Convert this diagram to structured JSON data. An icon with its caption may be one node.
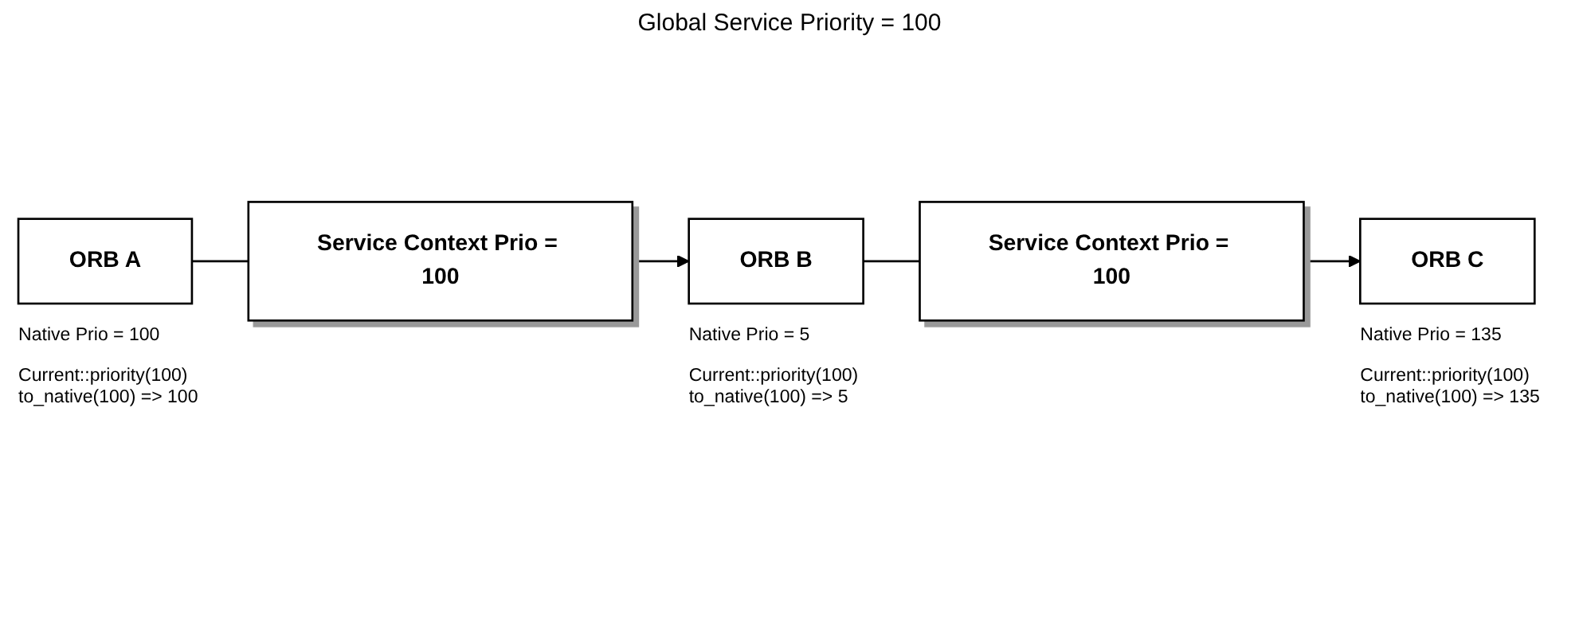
{
  "diagram": {
    "title": "Global Service Priority = 100",
    "nodes": [
      {
        "text": [
          "ORB A"
        ],
        "beside": [
          "Native Prio = 100",
          "Current::priority(100) to_native(100) => 100"
        ]
      },
      {
        "text": [
          "Service Context Prio = 100"
        ]
      },
      {
        "text": [
          "ORB B"
        ],
        "beside": [
          "Native Prio = 5",
          "Current::priority(100) to_native(100) => 5"
        ]
      },
      {
        "text": [
          "Service Context Prio = 100"
        ]
      },
      {
        "text": [
          "ORB C"
        ],
        "beside": [
          "Native Prio = 135",
          "Current::priority(100) to_native(100) => 135"
        ]
      }
    ],
    "edges": [
      {
        "from": 0,
        "to": 1,
        "arrow": "none"
      },
      {
        "from": 1,
        "to": 2,
        "arrow": "to"
      },
      {
        "from": 2,
        "to": 3,
        "arrow": "none"
      },
      {
        "from": 3,
        "to": 4,
        "arrow": "to"
      }
    ]
  }
}
